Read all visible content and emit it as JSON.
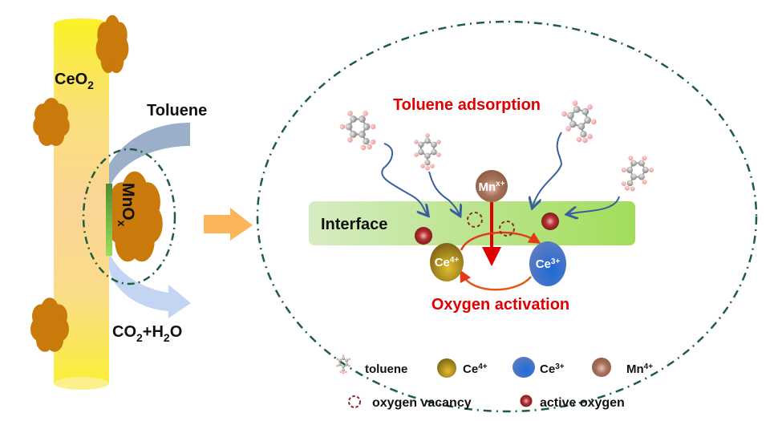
{
  "left_panel": {
    "support_label": "CeO",
    "support_sub": "2",
    "reactant_label": "Toluene",
    "catalyst_label": "MnO",
    "catalyst_sub": "x",
    "product_parts": [
      "CO",
      "2",
      "+H",
      "2",
      "O"
    ]
  },
  "right_panel": {
    "top_label": "Toluene adsorption",
    "interface_label": "Interface",
    "bottom_label": "Oxygen activation",
    "mn_ion": {
      "base": "Mn",
      "sup": "x+"
    },
    "ce4_ion": {
      "base": "Ce",
      "sup": "4+"
    },
    "ce3_ion": {
      "base": "Ce",
      "sup": "3+"
    }
  },
  "legend": {
    "items": [
      {
        "icon": "toluene-molecule-icon",
        "label": "toluene",
        "sup": ""
      },
      {
        "icon": "ce4-sphere-icon",
        "label": "Ce",
        "sup": "4+"
      },
      {
        "icon": "ce3-sphere-icon",
        "label": "Ce",
        "sup": "3+"
      },
      {
        "icon": "mn-sphere-icon",
        "label": "Mn",
        "sup": "4+"
      },
      {
        "icon": "oxygen-vacancy-icon",
        "label": "oxygen vacancy",
        "sup": ""
      },
      {
        "icon": "active-oxygen-icon",
        "label": "active oxygen",
        "sup": ""
      }
    ]
  },
  "colors": {
    "ceo2_rod_top": "#fbf02a",
    "ceo2_rod_mid": "#fbd590",
    "mnox_cluster": "#c97a0a",
    "highlight_red": "#e00000",
    "dash_green": "#1f5e3c",
    "transfer_arrow": "#fdb55a",
    "interface_band": "#b6e08e",
    "adsorption_path": "#3a5fa0",
    "ce4_sphere": "#a98a1a",
    "ce3_sphere": "#2f66c8",
    "mn_sphere": "#9b6a4f",
    "active_oxygen": "#8e1c1c",
    "vacancy_ring": "#8a2a2a"
  }
}
